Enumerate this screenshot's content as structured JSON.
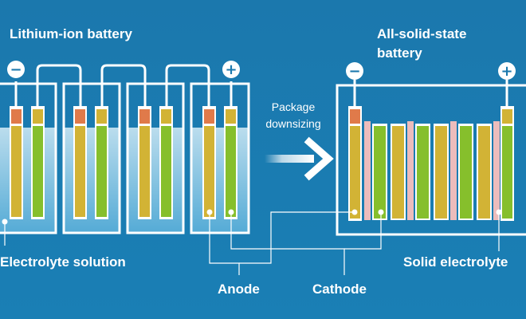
{
  "left": {
    "title": "Lithium-ion battery",
    "minus": "−",
    "plus": "+"
  },
  "right": {
    "title_line1": "All-solid-state",
    "title_line2": "battery",
    "minus": "−",
    "plus": "+"
  },
  "arrow": {
    "line1": "Package",
    "line2": "downsizing"
  },
  "labels": {
    "electrolyte_solution": "Electrolyte solution",
    "anode": "Anode",
    "cathode": "Cathode",
    "solid_electrolyte": "Solid electrolyte"
  },
  "colors": {
    "background": "#1d7eb3",
    "frame": "#ffffff",
    "electrolyte": "#a8d6ec",
    "anode": "#d2b335",
    "cathode": "#86bf2c",
    "tab": "#e07a4a",
    "solid_electrolyte": "#ecbcbc"
  }
}
